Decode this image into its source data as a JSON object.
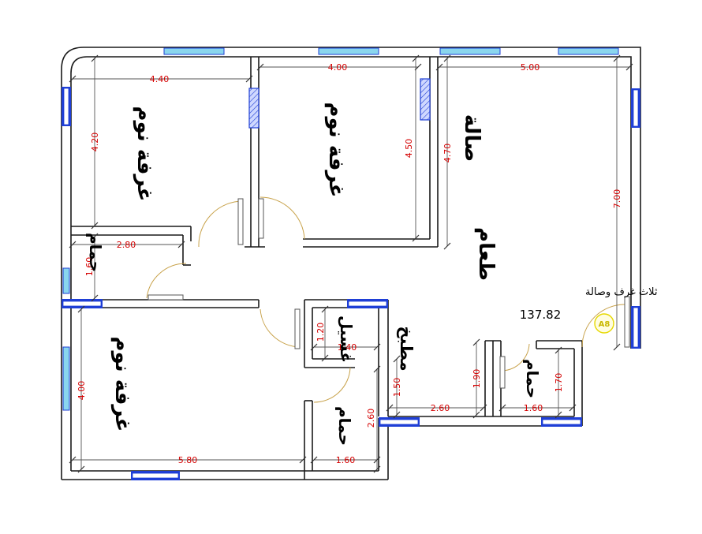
{
  "rooms": {
    "bedroom_top_left": "غرفة نوم",
    "bedroom_top_mid": "غرفة نوم",
    "bedroom_bottom_left": "غرفة نوم",
    "living_hall": "صالة",
    "dining": "طعام",
    "kitchen": "مطبخ",
    "bath_left": "حمام",
    "bath_bottom": "حمام",
    "bath_right": "حمام",
    "laundry": "غسيل"
  },
  "info": {
    "title": "ثلاث غرف وصالة",
    "area": "137.82",
    "badge": "A8"
  },
  "dimensions": {
    "bedroom1_width": "4.40",
    "bedroom1_height": "4.20",
    "bedroom2_width": "4.00",
    "bedroom2_height": "4.50",
    "hall_width": "5.00",
    "hall_height_left": "4.70",
    "hall_height_right": "7.00",
    "bath_left_width": "2.80",
    "bath_left_height": "1.60",
    "bedroom3_height": "4.00",
    "bedroom3_width": "5.80",
    "laundry_height": "1.20",
    "laundry_width": "1.40",
    "kitchen_height": "1.50",
    "bath_bottom_height": "2.60",
    "bath_bottom_width": "1.60",
    "kitchen_width": "2.60",
    "corridor_height": "1.90",
    "bath_right_height": "1.70",
    "bath_right_width": "1.60"
  },
  "colors": {
    "walls": "#1a1a1a",
    "window": "#1f3fd6",
    "dimension_text": "#d40000",
    "door_arc": "#c8a24a",
    "badge": "#e6d800"
  }
}
